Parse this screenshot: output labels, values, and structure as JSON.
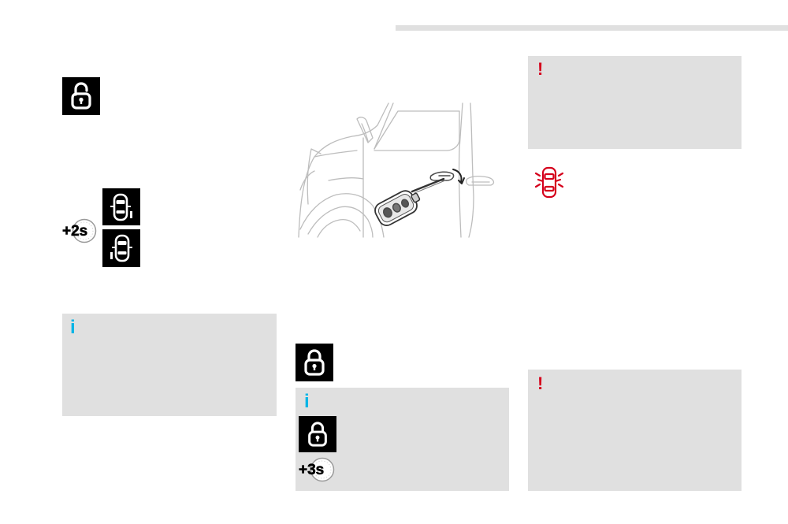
{
  "colors": {
    "page_background": "#ffffff",
    "top_rule": "#e0e0e0",
    "note_box": "#e0e0e0",
    "icon_tile": "#000000",
    "info_accent": "#00b4e6",
    "warning_accent": "#d5001c"
  },
  "icons": {
    "unlock_tile": "padlock-open-icon",
    "lock_tile": "padlock-closed-icon",
    "door_unlock_tiles": [
      "car-driver-door-icon",
      "car-all-doors-icon"
    ],
    "alarm_icon": "car-alarm-icon",
    "timer_badge": "stopwatch-icon"
  },
  "left_column": {
    "timer_badge_label": "+2s",
    "info_box_mark": "i"
  },
  "middle_column": {
    "illustration": "key-in-door-lock-illustration",
    "info_box_mark": "i",
    "timer_badge_label": "+3s"
  },
  "right_column": {
    "warning_box_top_mark": "!",
    "warning_box_bottom_mark": "!"
  }
}
